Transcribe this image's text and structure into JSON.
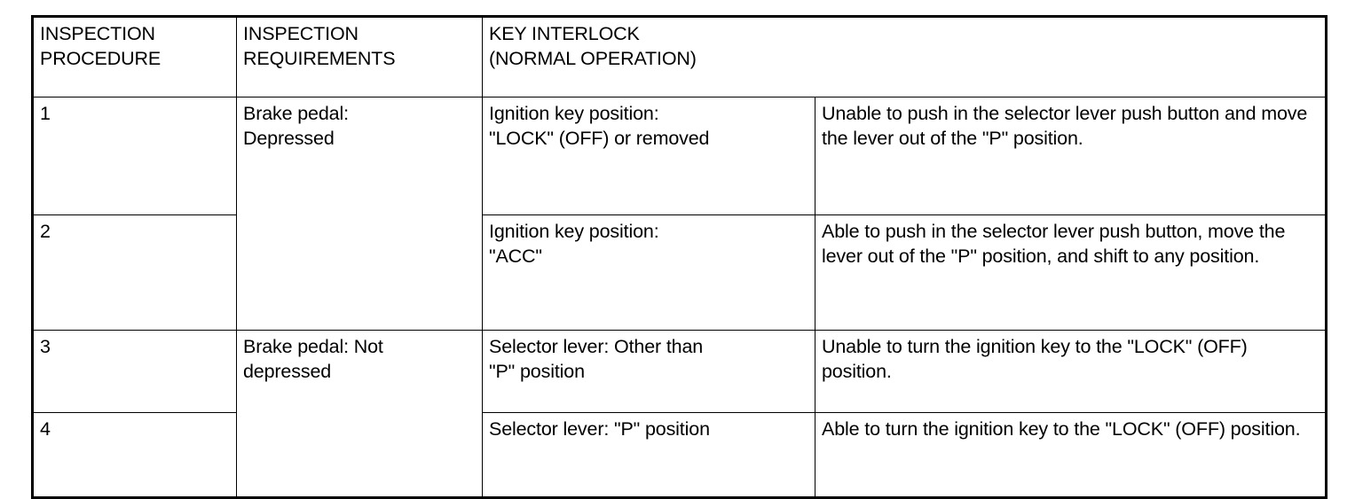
{
  "table": {
    "name": "Key interlock inspection procedure table",
    "columns": [
      {
        "key": "procedure",
        "header": "INSPECTION\nPROCEDURE"
      },
      {
        "key": "requirements",
        "header": "INSPECTION\nREQUIREMENTS"
      },
      {
        "key": "interlock",
        "header": "KEY INTERLOCK\n(NORMAL OPERATION)"
      }
    ],
    "header": {
      "col1": "INSPECTION\nPROCEDURE",
      "col2": "INSPECTION\nREQUIREMENTS",
      "col3_span": "KEY INTERLOCK\n(NORMAL OPERATION)"
    },
    "rows": [
      {
        "procedure": "1",
        "requirements": "Brake pedal:\nDepressed",
        "condition": "Ignition key position:\n\"LOCK\" (OFF) or removed",
        "result": "Unable to push in the selector lever push button and move the lever out of the \"P\" position."
      },
      {
        "procedure": "2",
        "requirements": "",
        "condition": "Ignition key position:\n\"ACC\"",
        "result": "Able to push in the selector lever push button, move the lever out of the \"P\" position, and shift to any position."
      },
      {
        "procedure": "3",
        "requirements": "Brake pedal: Not\ndepressed",
        "condition": "Selector lever: Other than\n\"P\" position",
        "result": "Unable to turn the ignition key to the \"LOCK\" (OFF) position."
      },
      {
        "procedure": "4",
        "requirements": "",
        "condition": "Selector lever: \"P\" position",
        "result": "Able to turn the ignition key to the \"LOCK\" (OFF) position."
      }
    ]
  },
  "colors": {
    "background": "#ffffff",
    "text": "#000000",
    "border": "#000000"
  }
}
